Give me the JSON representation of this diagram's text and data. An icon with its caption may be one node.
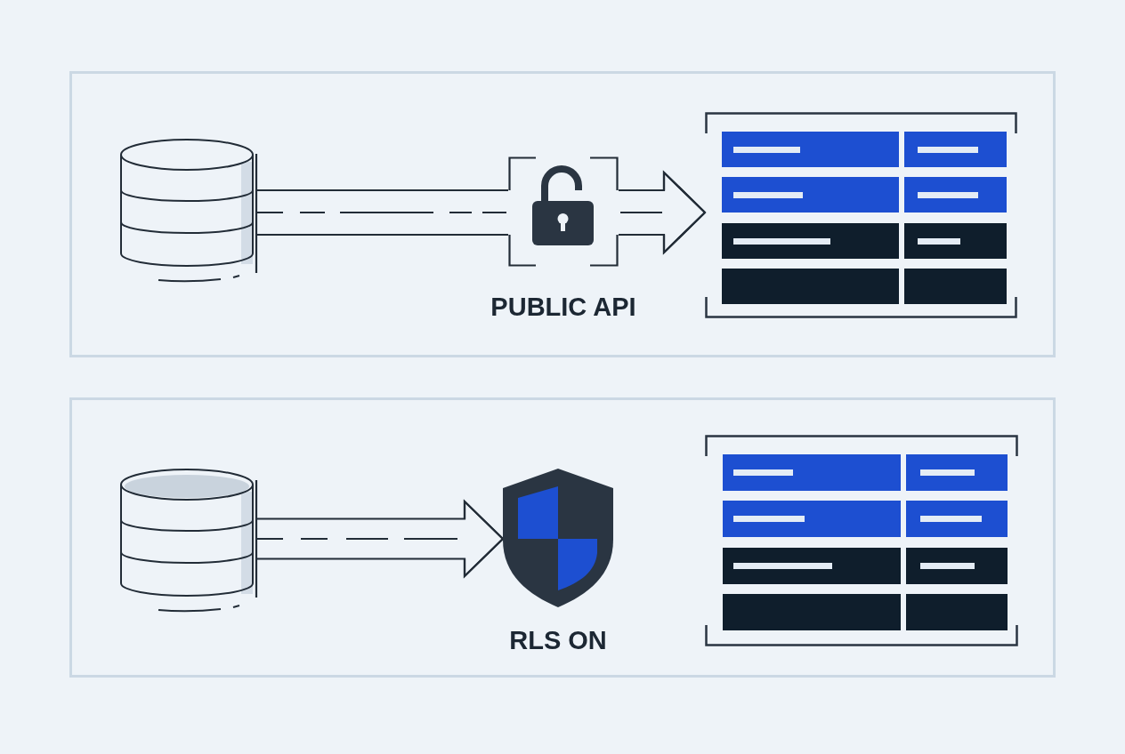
{
  "diagram": {
    "nodes": [
      {
        "text": [],
        "shape": "box"
      },
      {
        "text": [],
        "shape": "cylinder",
        "in": 0
      },
      {
        "text": [],
        "shape": "picture",
        "in": 0,
        "beside": [
          "PUBLIC API"
        ]
      },
      {
        "text": [],
        "shape": "picture",
        "in": 0
      },
      {
        "text": [],
        "shape": "box"
      },
      {
        "text": [],
        "shape": "cylinder",
        "in": 4
      },
      {
        "text": [],
        "shape": "picture",
        "in": 4,
        "beside": [
          "RLS ON"
        ]
      },
      {
        "text": [],
        "shape": "picture",
        "in": 4
      }
    ],
    "edges": [
      {
        "from": 1,
        "to": 2,
        "arrow": "none"
      },
      {
        "from": 2,
        "to": 3,
        "arrow": "to"
      },
      {
        "from": 5,
        "to": 6,
        "arrow": "to"
      }
    ]
  }
}
